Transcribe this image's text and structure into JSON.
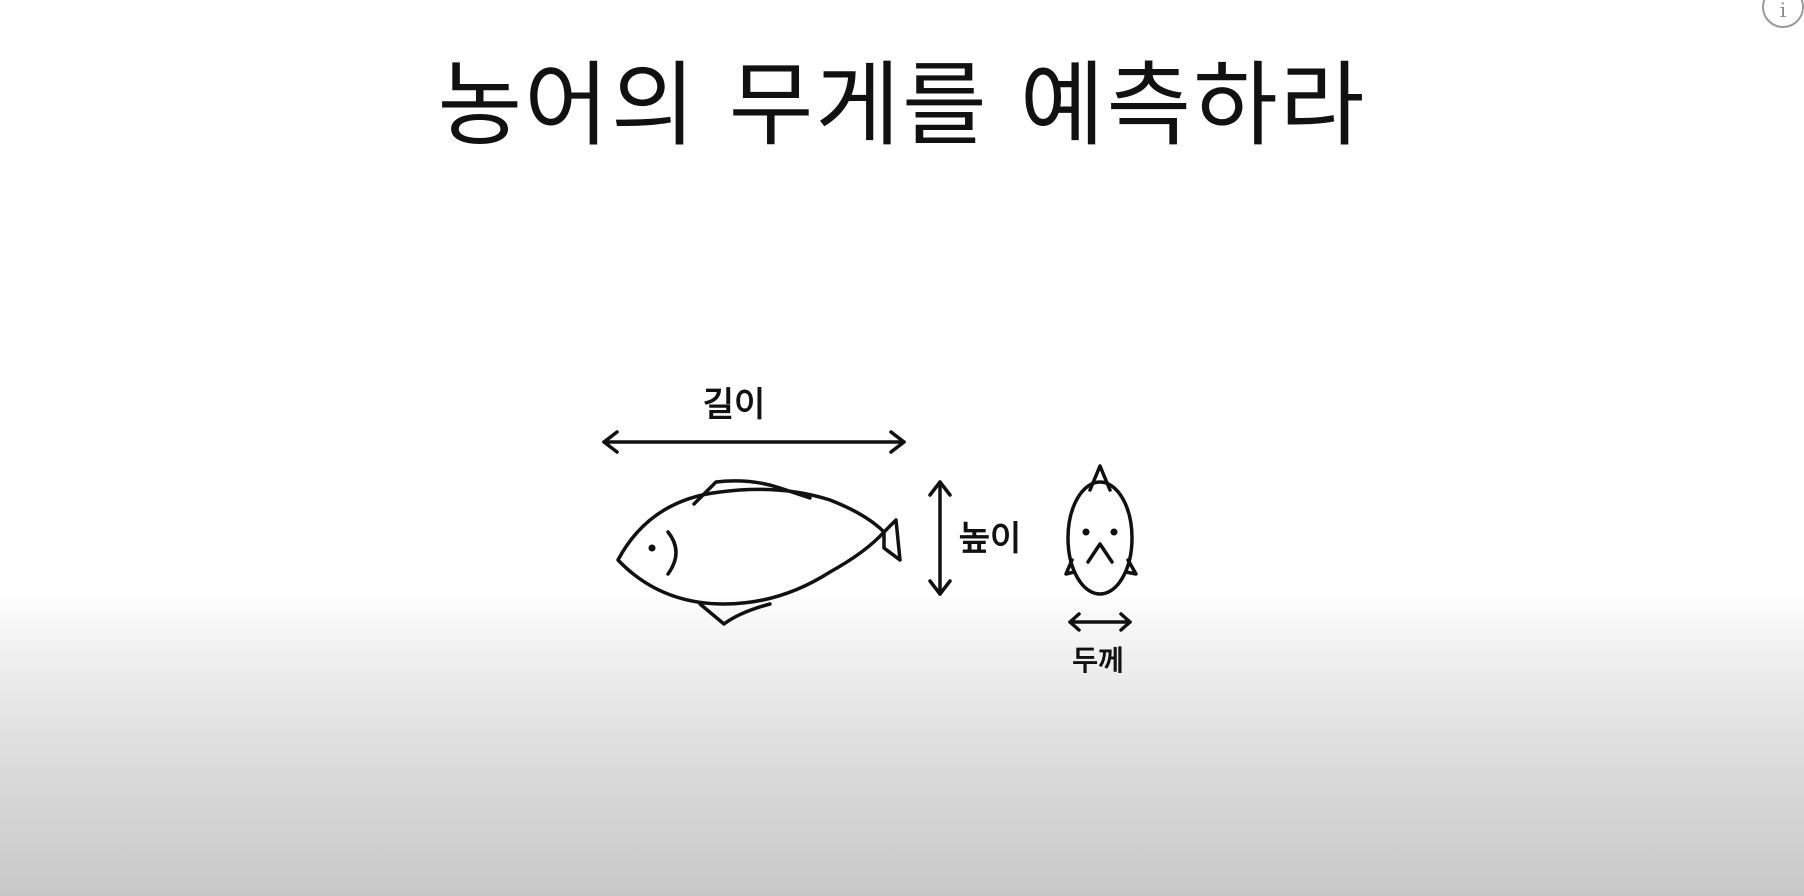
{
  "slide": {
    "title": "농어의 무게를 예측하라"
  },
  "diagram": {
    "length_label": "길이",
    "height_label": "높이",
    "thickness_label": "두께"
  },
  "controls": {
    "info_icon": "info-icon",
    "info_glyph": "i"
  }
}
